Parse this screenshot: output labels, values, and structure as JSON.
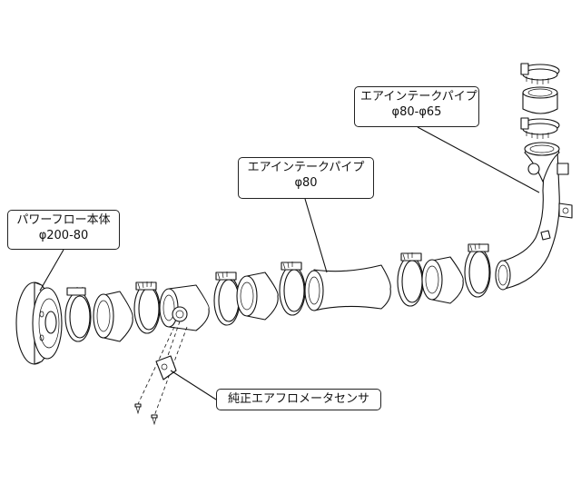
{
  "labels": {
    "power_flow": {
      "line1": "パワーフロー本体",
      "line2": "φ200-80"
    },
    "intake_pipe_80": {
      "line1": "エアインテークパイプ",
      "line2": "φ80"
    },
    "intake_pipe_80_65": {
      "line1": "エアインテークパイプ",
      "line2": "φ80-φ65"
    },
    "sensor": {
      "line1": "純正エアフロメータセンサ"
    }
  }
}
